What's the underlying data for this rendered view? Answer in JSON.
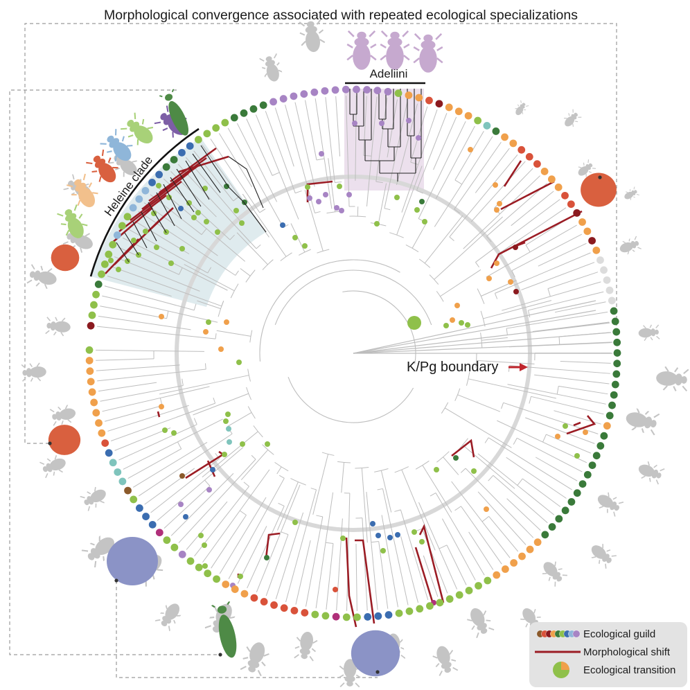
{
  "title": "Morphological convergence associated with repeated ecological specializations",
  "clades": [
    {
      "id": "heleine",
      "label": "Heleine clade"
    },
    {
      "id": "adeliini",
      "label": "Adeliini"
    }
  ],
  "boundary": {
    "label": "K/Pg boundary"
  },
  "legend": {
    "guild_label": "Ecological guild",
    "shift_label": "Morphological shift",
    "transition_label": "Ecological transition"
  },
  "colors": {
    "branch": "#bdbdbd",
    "shift": "#9b1c24",
    "boundary_ring": "#d8d8d8",
    "heleine_shade": "#c9dde3",
    "adeliini_shade": "#e4d3e6",
    "silhouette": "#c4c4c4",
    "legend_bg": "#e3e3e3",
    "arrow": "#c0262d",
    "guild": {
      "light_green": "#8fc04a",
      "dark_green": "#3a7a3a",
      "orange": "#f0a04b",
      "red": "#d9523a",
      "dark_red": "#8b1a1f",
      "purple": "#a784c4",
      "blue": "#3b6db0",
      "light_blue": "#8fb6d9",
      "teal": "#7fc4bc",
      "brown": "#8b5a2b",
      "magenta": "#b0307a",
      "grey": "#dcdcdc"
    }
  },
  "icons": [
    "beetle-silhouette-icon",
    "heleine-beetle-icon",
    "adeliini-beetle-icon",
    "red-orb-beetle-icon",
    "blue-orb-beetle-icon",
    "green-elongate-beetle-icon",
    "dashed-connector-line"
  ]
}
